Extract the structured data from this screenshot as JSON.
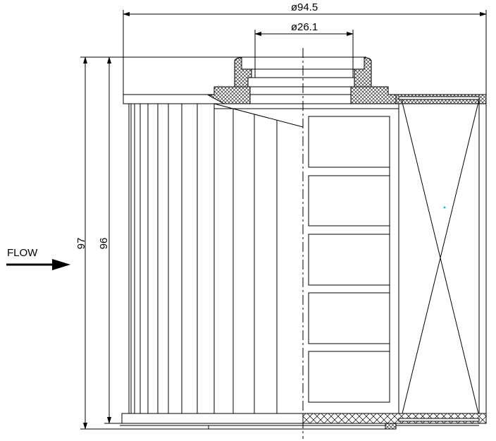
{
  "dimensions": {
    "outer_diameter": "ø94.5",
    "inner_diameter": "ø26.1",
    "overall_height": "97",
    "element_height": "96"
  },
  "flow_label": "FLOW",
  "colors": {
    "line": "#000000",
    "background": "#ffffff"
  }
}
